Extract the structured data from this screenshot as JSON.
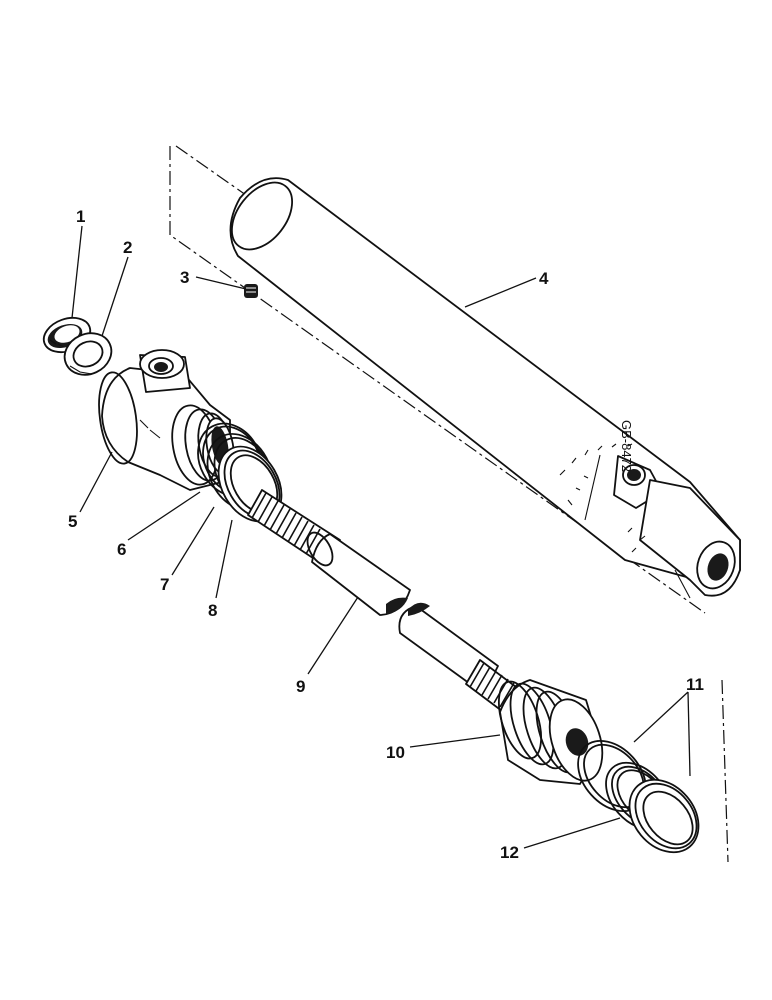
{
  "diagram": {
    "drawing_code": "GB-8472",
    "callouts": [
      {
        "id": "1",
        "text": "1"
      },
      {
        "id": "2",
        "text": "2"
      },
      {
        "id": "3",
        "text": "3"
      },
      {
        "id": "4",
        "text": "4"
      },
      {
        "id": "5",
        "text": "5"
      },
      {
        "id": "6",
        "text": "6"
      },
      {
        "id": "7",
        "text": "7"
      },
      {
        "id": "8",
        "text": "8"
      },
      {
        "id": "9",
        "text": "9"
      },
      {
        "id": "10",
        "text": "10"
      },
      {
        "id": "11",
        "text": "11"
      },
      {
        "id": "12",
        "text": "12"
      }
    ]
  }
}
